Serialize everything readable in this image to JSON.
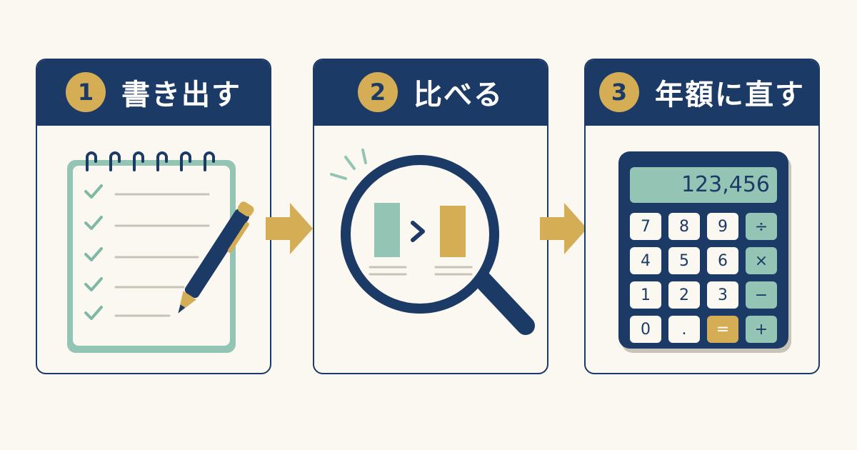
{
  "steps": [
    {
      "number": "1",
      "title": "書き出す"
    },
    {
      "number": "2",
      "title": "比べる"
    },
    {
      "number": "3",
      "title": "年額に直す"
    }
  ],
  "calculator": {
    "display": "123,456",
    "keys": [
      [
        "7",
        "8",
        "9",
        "÷"
      ],
      [
        "4",
        "5",
        "6",
        "×"
      ],
      [
        "1",
        "2",
        "3",
        "−"
      ],
      [
        "0",
        ".",
        "=",
        "+"
      ]
    ]
  },
  "colors": {
    "navy": "#1c3a66",
    "gold": "#d4ad55",
    "sage": "#93c4b4",
    "background": "#fbf8f1"
  },
  "icons": [
    "notepad-checklist-icon",
    "pen-icon",
    "magnifier-icon",
    "comparison-bars-icon",
    "calculator-icon",
    "arrow-right-icon"
  ]
}
